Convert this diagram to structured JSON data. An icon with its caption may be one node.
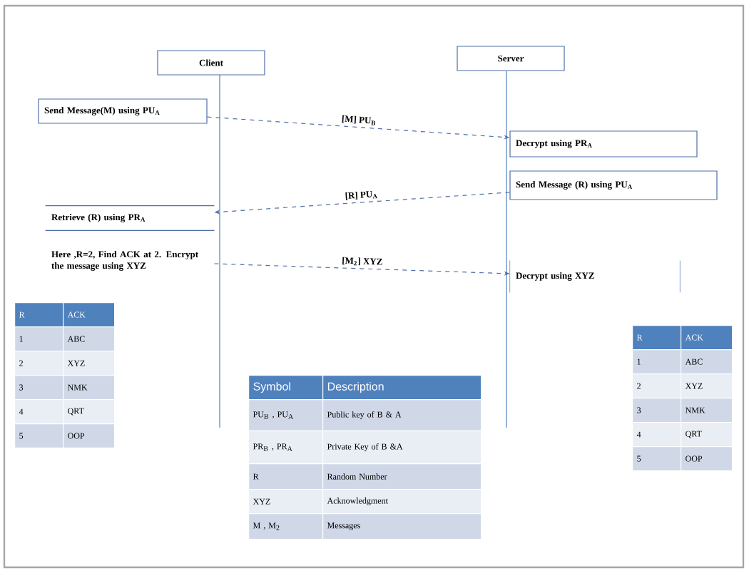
{
  "diagram": {
    "nodes": [
      {
        "text": [
          "Client"
        ]
      },
      {
        "text": [
          "Server"
        ]
      },
      {
        "text": [
          "Send  Message(M) using PU$_{A}$"
        ]
      },
      {
        "text": [
          "Decrypt  using PR$_{A}$"
        ]
      },
      {
        "text": [
          "Send Message (R) using PU$_{A}$"
        ]
      },
      {
        "text": [
          "Retrieve  (R)  using PR$_{A}$"
        ]
      },
      {
        "text": [
          "Here ,R=2, Find ACK at 2. Encrypt the message using XYZ"
        ]
      },
      {
        "text": [
          "Decrypt  using XYZ"
        ]
      }
    ],
    "edges": [
      {
        "from": 2,
        "to": 3,
        "arrow": "to",
        "label": "[M] PU$_{B}$",
        "style": "dashed"
      },
      {
        "from": 4,
        "to": 5,
        "arrow": "to",
        "label": "[R] PU$_{A}$",
        "style": "dashed"
      },
      {
        "from": 6,
        "to": 7,
        "arrow": "to",
        "label": "[M$_{2}$] XYZ",
        "style": "dashed"
      }
    ],
    "labels": [
      "R",
      "ACK",
      "1",
      "ABC",
      "2",
      "XYZ",
      "3",
      "NMK",
      "4",
      "QRT",
      "5",
      "OOP",
      "Symbol",
      "Description",
      "PU$_{B}$ , PU$_{A}$",
      "Public key of B & A",
      "PR$_{B}$ , PR$_{A}$",
      "Private Key of B &A",
      "R",
      "Random Number",
      "XYZ",
      "Acknowledgment",
      "M , M$_{2}$",
      "Messages",
      "R",
      "ACK",
      "1",
      "ABC",
      "2",
      "XYZ",
      "3",
      "NMK",
      "4",
      "QRT",
      "5",
      "OOP"
    ]
  }
}
